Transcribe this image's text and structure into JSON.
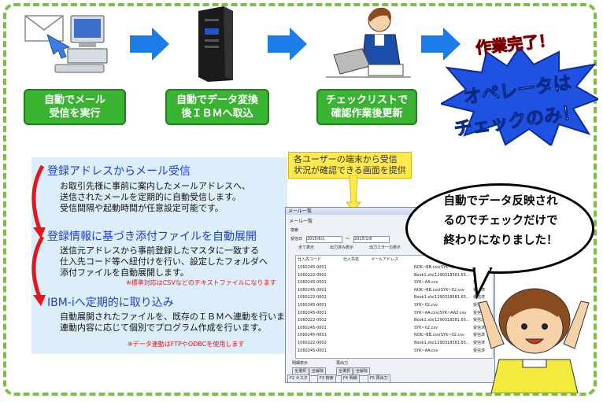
{
  "steps": [
    {
      "label": "自動でメール\n受信を実行"
    },
    {
      "label": "自動でデータ変換\n後ＩＢＭへ取込"
    },
    {
      "label": "チェックリストで\n確認作業後更新"
    }
  ],
  "completion": {
    "title": "作業完了！",
    "slogan_line1": "オペレータは",
    "slogan_line2": "チェックのみ！"
  },
  "sections": [
    {
      "title": "登録アドレスからメール受信",
      "body": "お取引先様に事前に案内したメールアドレスへ、\n送信されたメールを定期的に自動受信します。\n受信間隔や起動時間が任意設定可能です。",
      "note": ""
    },
    {
      "title": "登録情報に基づき添付ファイルを自動展開",
      "body": "送信元アドレスから事前登録したマスタに一致する\n仕入先コード等へ紐付けを行い、設定したフォルダへ\n添付ファイルを自動展開します。",
      "note": "※標準対応はCSVなどのテキストファイルになります"
    },
    {
      "title": "IBM-iへ定期的に取り込み",
      "body": "自動展開されたファイルを、既存のＩＢＭへ連動を行います。\n連動内容に応じて個別でプログラム作成を行います。",
      "note": "※データ連動はFTPやODBCを使用します"
    }
  ],
  "callout": {
    "text": "各ユーザーの端末から受信\n状況が確認できる画面を提供"
  },
  "speech_bubble": {
    "text": "自動でデータ反映され\nるのでチェックだけで\n終わりになりました！"
  },
  "mail_window": {
    "title": "メール一覧",
    "heading": "メール一覧",
    "search_label": "検索",
    "date_label": "受信日",
    "date_from": "2015/6/1",
    "tilde": "〜",
    "date_to": "2015/1/8",
    "filters": [
      "全て表示",
      "出力済み表示",
      "出力エラーの表示"
    ],
    "columns": [
      "仕入先コード",
      "仕入先名",
      "メールアドレス"
    ],
    "rows": [
      {
        "code": "1060245-0001",
        "file": "NOK~BB.csv(SYK~02.csv",
        "status": "受信済"
      },
      {
        "code": "1060222-0002",
        "file": "Book1.xls(1290318581.65...",
        "status": "受信済"
      },
      {
        "code": "1060245-0001",
        "file": "SYK~AA.csv",
        "status": "受信済"
      },
      {
        "code": "1060245-0001",
        "file": "NOK~BB.csv(SYK~02.csv",
        "status": "受信済"
      },
      {
        "code": "1060222-0002",
        "file": "Book1.xls(1290318581.65...",
        "status": "受信済"
      },
      {
        "code": "1060245-0001",
        "file": "SYK~02.csv",
        "status": "受信済"
      },
      {
        "code": "1060245-0001",
        "file": "SYK~AA.csv(SYK~AA2.csv",
        "status": "受信済"
      },
      {
        "code": "1060222-0002",
        "file": "Book1.xls(1290318581.65...",
        "status": "受信済"
      },
      {
        "code": "1060245-0001",
        "file": "SYK~02.csv",
        "status": "受信済"
      },
      {
        "code": "1060245-0001",
        "file": "NOK~BB.csv(SYK~02.csv",
        "status": "受信済"
      },
      {
        "code": "1060222-0002",
        "file": "Book1.xls(1290318581.65...",
        "status": "受信済"
      },
      {
        "code": "1060245-0001",
        "file": "SYK~AA.csv",
        "status": "受信済"
      }
    ],
    "group_detail": "明細表示",
    "group_output": "再出力",
    "select_all": "全選択",
    "clear_all": "全解除",
    "fkeys": [
      "F2 セスタ",
      "F3 検索",
      "F4 明細",
      "F5 再出力"
    ]
  },
  "colors": {
    "green": "#3ab332",
    "blue_arrow": "#1c7ce8",
    "section_title": "#1c3fd6",
    "callout": "#ffe94f",
    "red": "#e3161b"
  }
}
